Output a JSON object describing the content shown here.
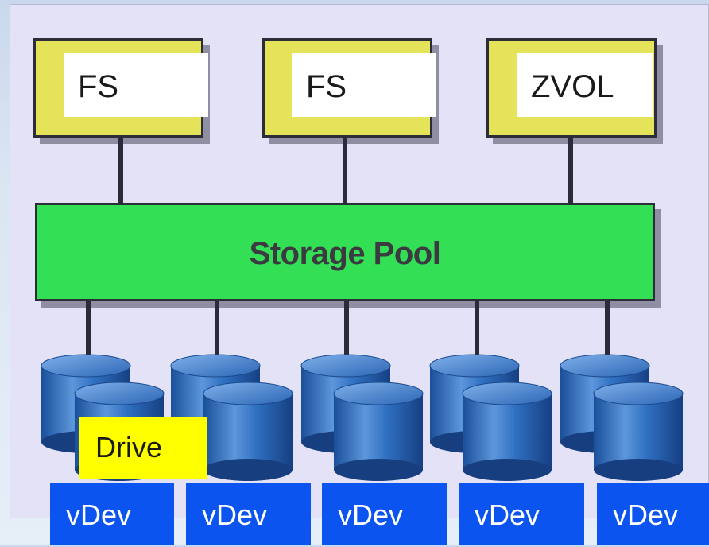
{
  "filesystems": [
    {
      "label": "FS"
    },
    {
      "label": "FS"
    },
    {
      "label": "ZVOL"
    }
  ],
  "pool": {
    "label": "Storage Pool"
  },
  "drive": {
    "label": "Drive"
  },
  "vdevs": [
    {
      "label": "vDev"
    },
    {
      "label": "vDev"
    },
    {
      "label": "vDev"
    },
    {
      "label": "vDev"
    },
    {
      "label": "vDev"
    }
  ],
  "colors": {
    "fs_box": "#e4e35a",
    "pool": "#33e055",
    "disk": "#1f5fb5",
    "drive_label": "#ffff00",
    "vdev": "#0b54ef"
  }
}
